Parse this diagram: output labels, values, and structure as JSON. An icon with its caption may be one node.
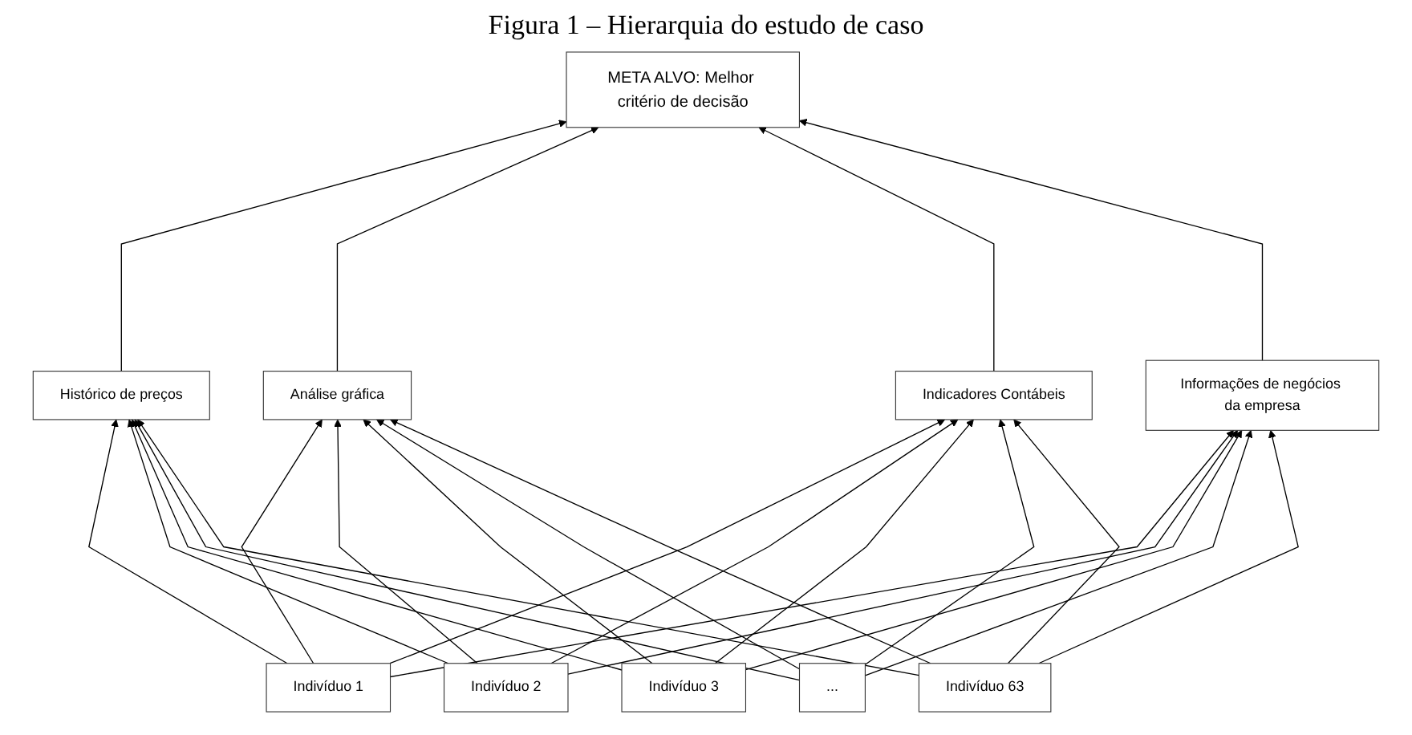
{
  "diagram": {
    "title": "Figura 1 – Hierarquia do estudo de caso",
    "nodes": [
      {
        "text": [
          "META ALVO: Melhor critério de decisão"
        ]
      },
      {
        "text": [
          "Histórico de preços"
        ]
      },
      {
        "text": [
          "Análise gráfica"
        ]
      },
      {
        "text": [
          "Indicadores Contábeis"
        ]
      },
      {
        "text": [
          "Informações de negócios da empresa"
        ]
      },
      {
        "text": [
          "Indivíduo 1"
        ]
      },
      {
        "text": [
          "Indivíduo 2"
        ]
      },
      {
        "text": [
          "Indivíduo 3"
        ]
      },
      {
        "text": [
          "..."
        ]
      },
      {
        "text": [
          "Indivíduo 63"
        ]
      }
    ],
    "edges": [
      {
        "from": 1,
        "to": 0,
        "arrow": "to"
      },
      {
        "from": 2,
        "to": 0,
        "arrow": "to"
      },
      {
        "from": 3,
        "to": 0,
        "arrow": "to"
      },
      {
        "from": 4,
        "to": 0,
        "arrow": "to"
      },
      {
        "from": 5,
        "to": 1,
        "arrow": "to"
      },
      {
        "from": 5,
        "to": 2,
        "arrow": "to"
      },
      {
        "from": 5,
        "to": 3,
        "arrow": "to"
      },
      {
        "from": 5,
        "to": 4,
        "arrow": "to"
      },
      {
        "from": 6,
        "to": 1,
        "arrow": "to"
      },
      {
        "from": 6,
        "to": 2,
        "arrow": "to"
      },
      {
        "from": 6,
        "to": 3,
        "arrow": "to"
      },
      {
        "from": 6,
        "to": 4,
        "arrow": "to"
      },
      {
        "from": 7,
        "to": 1,
        "arrow": "to"
      },
      {
        "from": 7,
        "to": 2,
        "arrow": "to"
      },
      {
        "from": 7,
        "to": 3,
        "arrow": "to"
      },
      {
        "from": 7,
        "to": 4,
        "arrow": "to"
      },
      {
        "from": 8,
        "to": 1,
        "arrow": "to"
      },
      {
        "from": 8,
        "to": 2,
        "arrow": "to"
      },
      {
        "from": 8,
        "to": 3,
        "arrow": "to"
      },
      {
        "from": 8,
        "to": 4,
        "arrow": "to"
      },
      {
        "from": 9,
        "to": 1,
        "arrow": "to"
      },
      {
        "from": 9,
        "to": 2,
        "arrow": "to"
      },
      {
        "from": 9,
        "to": 3,
        "arrow": "to"
      },
      {
        "from": 9,
        "to": 4,
        "arrow": "to"
      }
    ]
  }
}
